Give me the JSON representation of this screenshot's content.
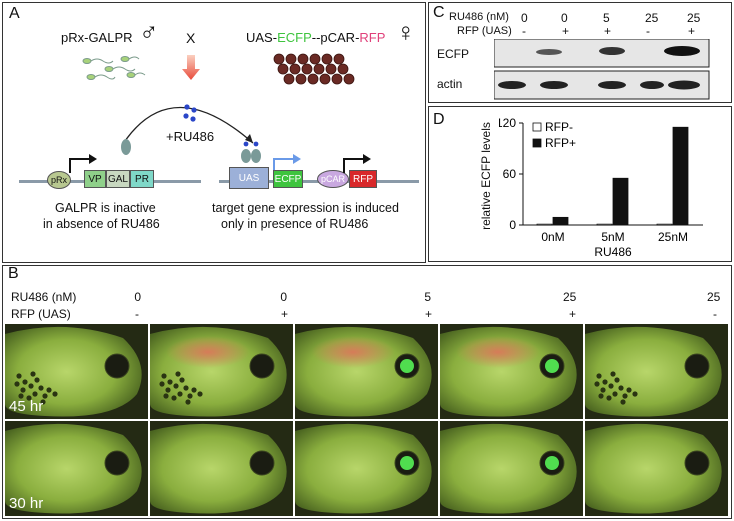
{
  "panel_a": {
    "label": "A",
    "parent1": "pRx-GALPR",
    "male_symbol": "♂",
    "cross": "X",
    "parent2_parts": [
      "UAS-",
      "ECFP",
      "--pCAR-",
      "RFP"
    ],
    "female_symbol": "♀",
    "treatment": "+RU486",
    "construct1": [
      "pRx",
      "VP",
      "GAL",
      "PR"
    ],
    "construct2": [
      "UAS",
      "ECFP",
      "pCAR",
      "RFP"
    ],
    "caption_left": [
      "GALPR is inactive",
      "in absence of RU486"
    ],
    "caption_right": [
      "target gene expression is induced",
      "only in presence of RU486"
    ],
    "colors": {
      "ecfp": "#3ec43e",
      "rfp": "#e0407a",
      "vp": "#8fd08a",
      "pr": "#7fd8c8",
      "uas": "#9cb0d8",
      "pcar": "#c9a8e0",
      "rfp_box": "#d8282a",
      "prx": "#b8c890"
    }
  },
  "panel_c": {
    "label": "C",
    "row1_label": "RU486 (nM)",
    "row1_values": [
      "0",
      "0",
      "5",
      "25",
      "25"
    ],
    "row2_label": "RFP (UAS)",
    "row2_values": [
      "-",
      "+",
      "+",
      "-",
      "+"
    ],
    "blot1_label": "ECFP",
    "blot2_label": "actin"
  },
  "panel_d": {
    "label": "D",
    "ylabel": "relative ECFP levels",
    "xlabel": "RU486",
    "legend": [
      "RFP-",
      "RFP+"
    ]
  },
  "chart_data": {
    "type": "bar",
    "categories": [
      "0nM",
      "5nM",
      "25nM"
    ],
    "series": [
      {
        "name": "RFP-",
        "values": [
          1,
          1,
          1
        ]
      },
      {
        "name": "RFP+",
        "values": [
          9,
          55,
          115
        ]
      }
    ],
    "ylim": [
      0,
      120
    ],
    "yticks": [
      0,
      60,
      120
    ],
    "ylabel": "relative ECFP levels",
    "xlabel": "RU486",
    "legend_position": "top-left"
  },
  "panel_b": {
    "label": "B",
    "row1_label": "RU486 (nM)",
    "row1_values": [
      "0",
      "0",
      "5",
      "25",
      "25"
    ],
    "row2_label": "RFP (UAS)",
    "row2_values": [
      "-",
      "+",
      "+",
      "+",
      "-"
    ],
    "time_labels": [
      "45 hr",
      "30 hr"
    ],
    "red_signal": [
      false,
      true,
      true,
      true,
      false
    ],
    "eye_green_45": [
      false,
      false,
      true,
      true,
      false
    ],
    "eye_green_30": [
      false,
      false,
      true,
      true,
      false
    ]
  }
}
